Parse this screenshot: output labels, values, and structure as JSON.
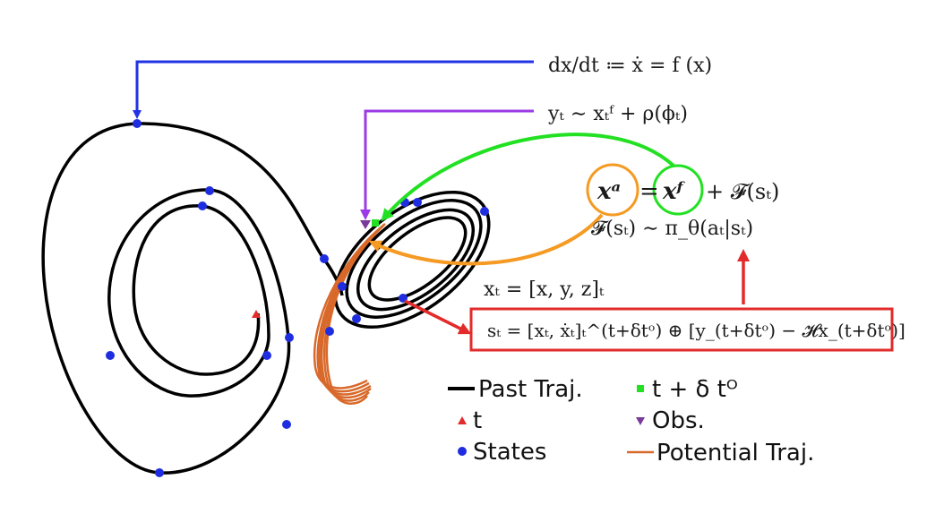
{
  "equations": {
    "dynamics_lhs": "dx/dt ≔ ẋ = f (x)",
    "observation": "yₜ ∼ xₜᶠ + ρ(ϕₜ)",
    "analysis_xa": "xᵃ",
    "analysis_eq": "=",
    "analysis_xf": "xᶠ",
    "analysis_plus": "+ 𝓕(sₜ)",
    "policy": "𝓕(sₜ) ∼ π_θ(aₜ|sₜ)",
    "state_vec": "xₜ = [x, y, z]ₜ",
    "rl_state": "sₜ = [xₜ, ẋₜ]ₜ^(t+δtᵒ) ⊕ [y_(t+δtᵒ) − 𝓗x_(t+δtᵒ)]"
  },
  "legend": {
    "past_traj": "Past Traj.",
    "t": "t",
    "states": "States",
    "t_delta": "t + δ tᴼ",
    "obs": "Obs.",
    "potential_traj": "Potential Traj."
  },
  "colors": {
    "trajectory": "#000000",
    "state_dot": "#1f2de0",
    "dynamics_arrow": "#2233e6",
    "obs_arrow": "#9b3be6",
    "green": "#22e022",
    "orange": "#f59a23",
    "red": "#e22b2b",
    "potential": "#d8692a",
    "obs_marker": "#7a3a9a"
  }
}
